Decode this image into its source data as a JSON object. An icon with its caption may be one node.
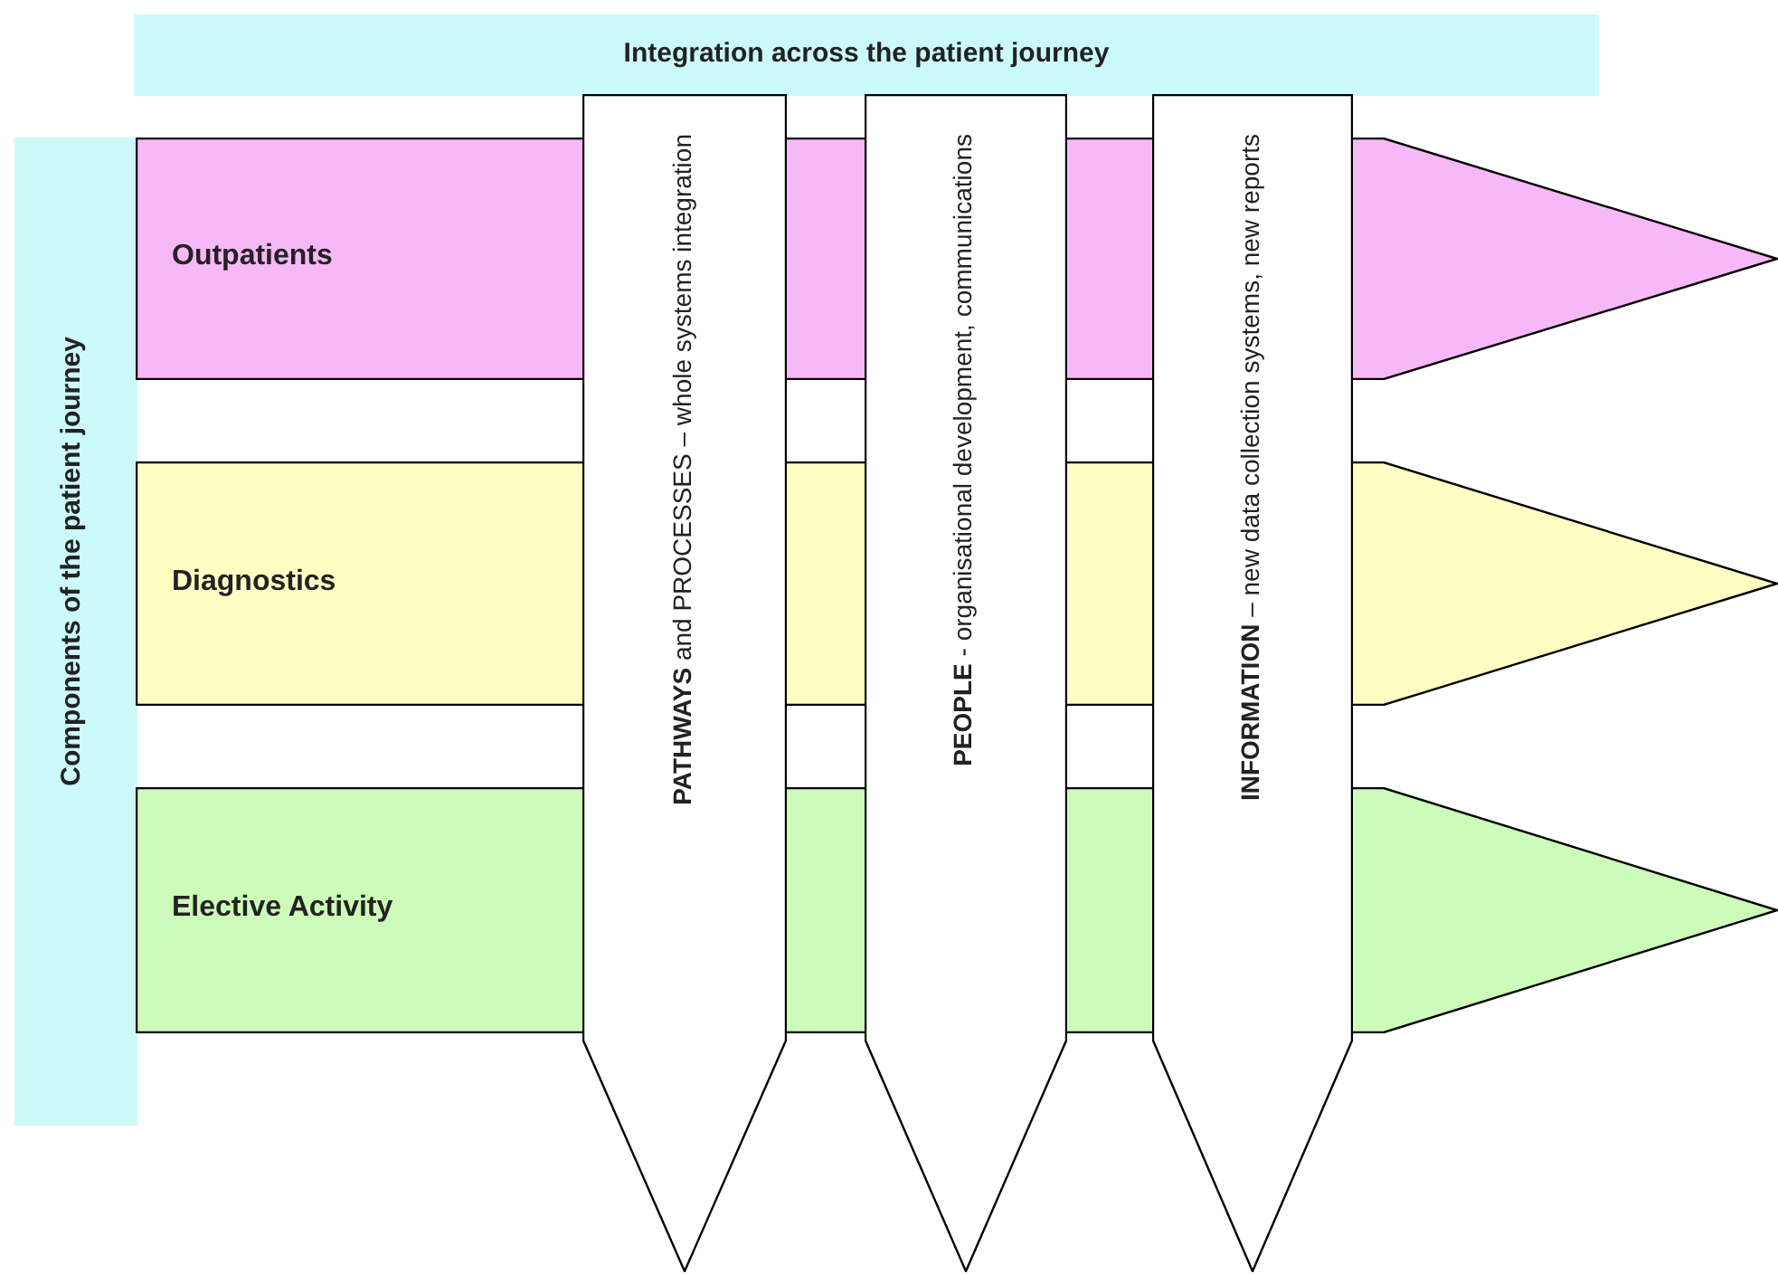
{
  "diagram": {
    "nodes": [
      {
        "text": [
          "Integration across the patient journey"
        ]
      },
      {
        "text": [
          "Components of the patient journey"
        ]
      },
      {
        "text": [
          "Outpatients"
        ]
      },
      {
        "text": [
          "Diagnostics"
        ]
      },
      {
        "text": [
          "Elective Activity"
        ]
      },
      {
        "text": [
          "**PATHWAYS** and PROCESSES – whole systems integration"
        ]
      },
      {
        "text": [
          "**PEOPLE** - organisational development, communications"
        ]
      },
      {
        "text": [
          "**INFORMATION** – new data collection systems, new reports"
        ]
      }
    ],
    "edges": []
  }
}
